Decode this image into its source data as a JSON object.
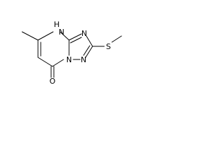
{
  "molecule": {
    "atoms": {
      "nh": "N",
      "nh_h": "H",
      "n_ring_right": "N",
      "n_fused_bottom": "N",
      "n_triazole_bottom": "N",
      "s": "S",
      "o": "O"
    },
    "colors": {
      "bond": "#000000",
      "label": "#000000",
      "background": "#ffffff"
    }
  }
}
